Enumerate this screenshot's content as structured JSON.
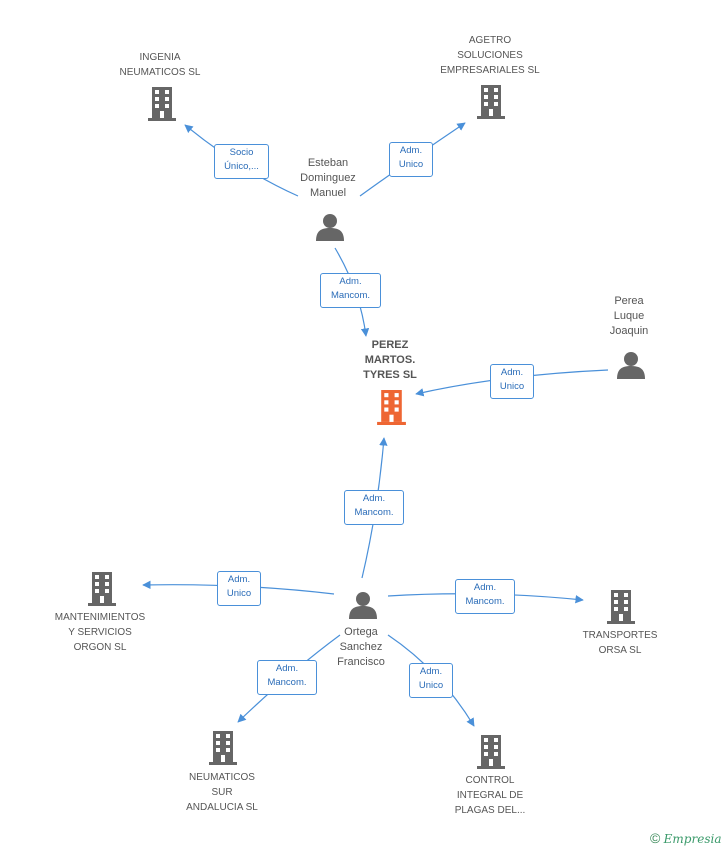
{
  "colors": {
    "edge": "#4a90d9",
    "edge_label_text": "#2a6cb8",
    "node_icon": "#666666",
    "focus_icon": "#ee6633"
  },
  "nodes": {
    "ingenia": {
      "label": "INGENIA\nNEUMATICOS SL",
      "type": "company"
    },
    "agetro": {
      "label": "AGETRO\nSOLUCIONES\nEMPRESARIALES SL",
      "type": "company"
    },
    "esteban": {
      "label": "Esteban\nDominguez\nManuel",
      "type": "person"
    },
    "perez": {
      "label": "PEREZ\nMARTOS.\nTYRES SL",
      "type": "company-focus"
    },
    "perea": {
      "label": "Perea\nLuque\nJoaquin",
      "type": "person"
    },
    "mantenimientos": {
      "label": "MANTENIMIENTOS\nY SERVICIOS\nORGON SL",
      "type": "company"
    },
    "ortega": {
      "label": "Ortega\nSanchez\nFrancisco",
      "type": "person"
    },
    "transportes": {
      "label": "TRANSPORTES\nORSA SL",
      "type": "company"
    },
    "neumaticos_sur": {
      "label": "NEUMATICOS\nSUR\nANDALUCIA SL",
      "type": "company"
    },
    "control": {
      "label": "CONTROL\nINTEGRAL DE\nPLAGAS DEL...",
      "type": "company"
    }
  },
  "edges": {
    "esteban_ingenia": "Socio\nÚnico,...",
    "esteban_agetro": "Adm.\nUnico",
    "esteban_perez": "Adm.\nMancom.",
    "perea_perez": "Adm.\nUnico",
    "ortega_perez": "Adm.\nMancom.",
    "ortega_mantenimientos": "Adm.\nUnico",
    "ortega_transportes": "Adm.\nMancom.",
    "ortega_neumaticos_sur": "Adm.\nMancom.",
    "ortega_control": "Adm.\nUnico"
  },
  "watermark": {
    "copyright": "©",
    "brand": "Empresia"
  }
}
